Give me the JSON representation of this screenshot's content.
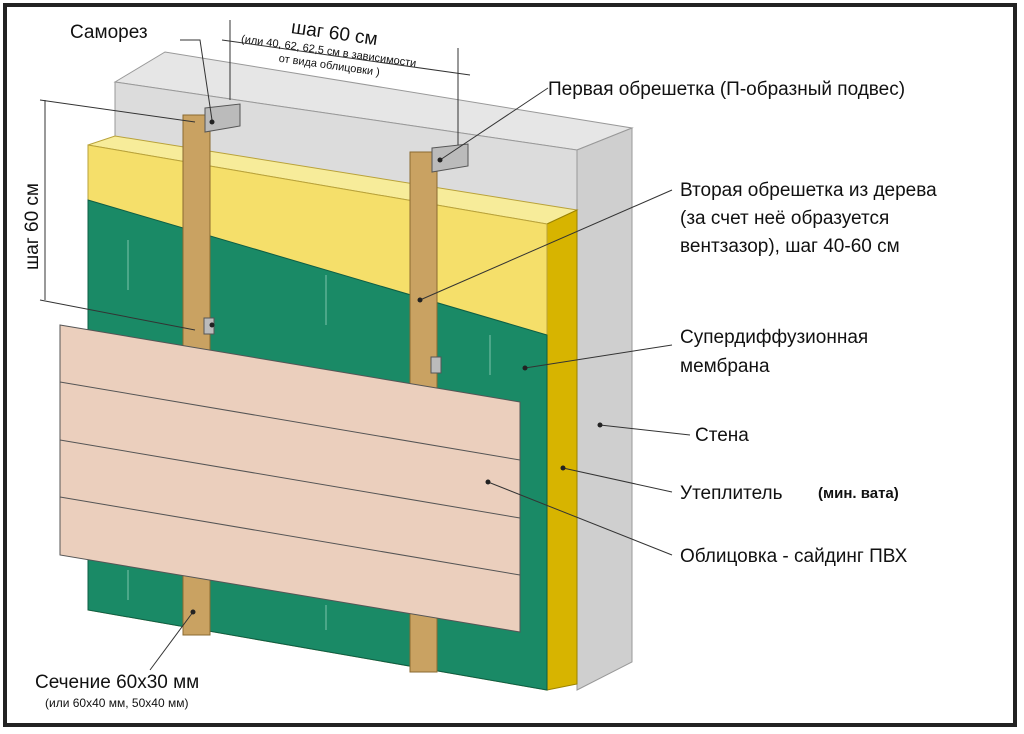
{
  "labels": {
    "screw": "Саморез",
    "step_h": "шаг 60 см",
    "step_h_note1": "(или 40, 62, 62,5 см в зависимости",
    "step_h_note2": "от вида облицовки )",
    "step_v": "шаг 60 см",
    "first_lath": "Первая обрешетка (П-образный подвес)",
    "second_lath_1": "Вторая обрешетка из дерева",
    "second_lath_2": "(за счет неё образуется",
    "second_lath_3": "вентзазор), шаг 40-60 см",
    "membrane_1": "Супердиффузионная",
    "membrane_2": "мембрана",
    "wall": "Стена",
    "insulation": "Утеплитель",
    "insulation_note": "(мин. вата)",
    "cladding": "Облицовка - сайдинг ПВХ",
    "section": "Сечение 60x30 мм",
    "section_note": "(или 60x40 мм, 50x40 мм)"
  },
  "colors": {
    "wall": "#d9d9d9",
    "insulation": "#f5df6a",
    "membrane": "#1a8a66",
    "wood": "#c9a262",
    "siding": "#ebcfbd"
  }
}
